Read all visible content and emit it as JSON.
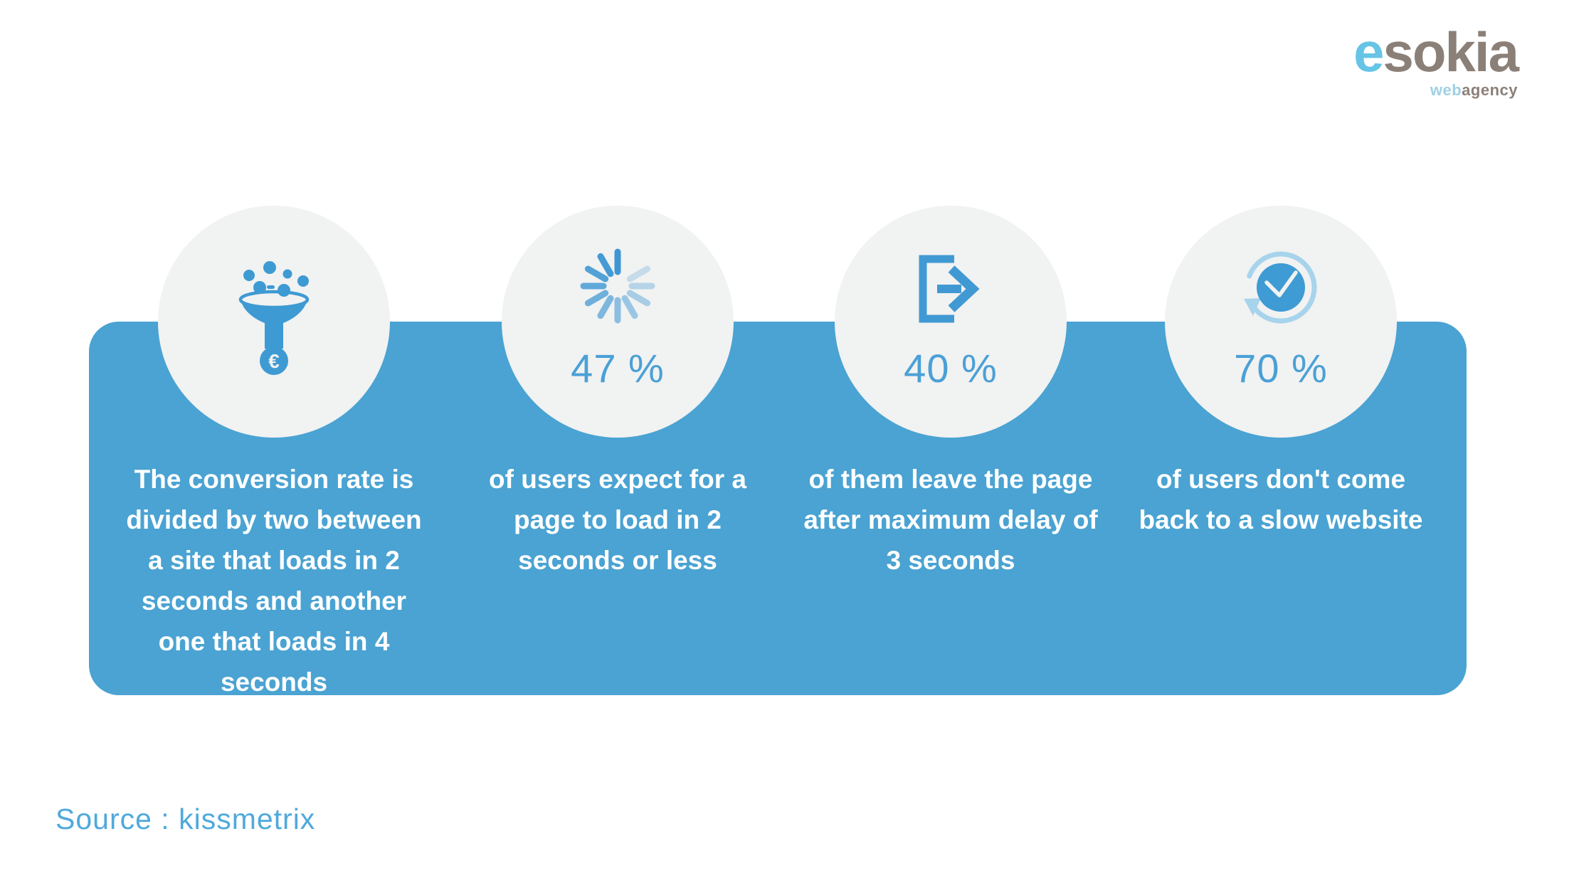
{
  "logo": {
    "brand_primary": "e",
    "brand_rest": "sokia",
    "tagline_primary": "web",
    "tagline_rest": "agency"
  },
  "stats": [
    {
      "icon": "funnel-euro-icon",
      "percent": "",
      "coin_symbol": "€",
      "caption": "The conversion rate is\ndivided by two between\na site that loads in 2\nseconds and another\none that loads in 4\nseconds"
    },
    {
      "icon": "loading-spinner-icon",
      "percent": "47 %",
      "caption": "of users expect for a\npage to load in 2\nseconds or less"
    },
    {
      "icon": "exit-page-icon",
      "percent": "40 %",
      "caption": "of them leave the page\nafter maximum delay of\n3 seconds"
    },
    {
      "icon": "clock-history-icon",
      "percent": "70 %",
      "caption": "of users don't come\nback to a slow website"
    }
  ],
  "source_label": "Source : kissmetrix",
  "colors": {
    "band_blue": "#4AA3D2",
    "icon_blue": "#3E9AD3",
    "percent_blue": "#4AA0D6",
    "circle_gray": "#F1F2F2",
    "text_white": "#FFFFFF",
    "logo_blue": "#66C4E6",
    "logo_gray": "#8B8078",
    "tagline_blue": "#9FD0E4",
    "source_blue": "#4FA9DC",
    "spinner_light": "#C9DDF1"
  }
}
